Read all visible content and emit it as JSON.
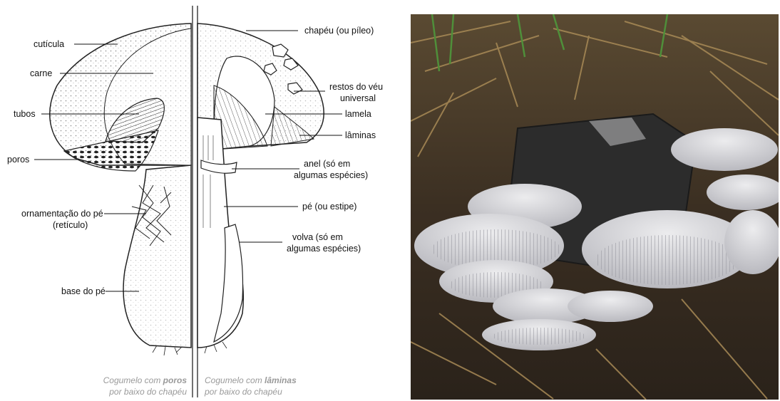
{
  "diagram": {
    "left_labels": {
      "cuticula": "cutícula",
      "carne": "carne",
      "tubos": "tubos",
      "poros": "poros",
      "ornamentacao_line1": "ornamentação do pé",
      "ornamentacao_line2": "(retículo)",
      "base": "base do pé"
    },
    "right_labels": {
      "chapeu": "chapéu (ou píleo)",
      "restos_line1": "restos do véu",
      "restos_line2": "universal",
      "lamela": "lamela",
      "laminas": "lâminas",
      "anel_line1": "anel (só em",
      "anel_line2": "algumas espécies)",
      "pe": "pé (ou estipe)",
      "volva_line1": "volva (só em",
      "volva_line2": "algumas espécies)"
    },
    "captions": {
      "left_prefix": "Cogumelo com ",
      "left_bold": "poros",
      "left_line2": "por baixo do chapéu",
      "right_prefix": "Cogumelo com ",
      "right_bold": "lâminas",
      "right_line2": "por baixo do chapéu"
    }
  },
  "photo": {
    "subject": "oyster-mushroom-cluster-on-stump",
    "colors": {
      "mushroom": "#d9d9dc",
      "gills": "#b8b8be",
      "stump": "#2c2c2c",
      "straw": "#9a7a4a",
      "grass": "#4f8f3a"
    }
  }
}
